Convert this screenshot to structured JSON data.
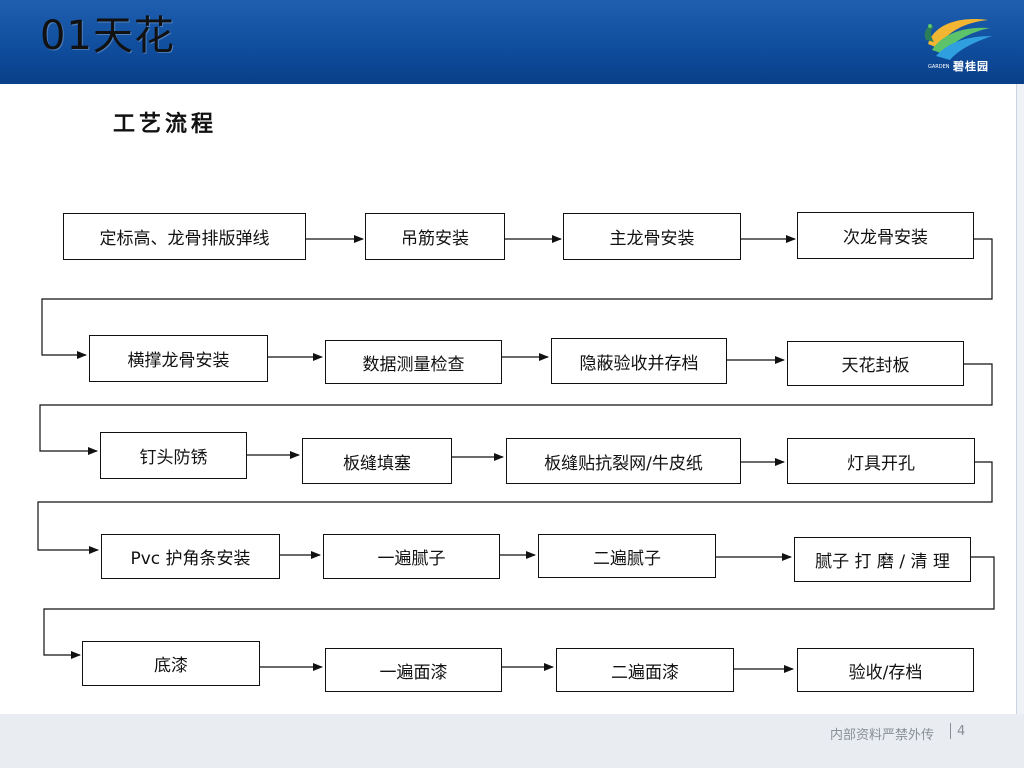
{
  "header": {
    "title": "01天花",
    "logo": {
      "icon": "brand-swoosh-logo",
      "text": "碧桂园",
      "sub": "GARDEN"
    }
  },
  "section_title": "工艺流程",
  "steps": [
    "定标高、龙骨排版弹线",
    "吊筋安装",
    "主龙骨安装",
    "次龙骨安装",
    "横撑龙骨安装",
    "数据测量检查",
    "隐蔽验收并存档",
    "天花封板",
    "钉头防锈",
    "板缝填塞",
    "板缝贴抗裂网/牛皮纸",
    "灯具开孔",
    "Pvc 护角条安装",
    "一遍腻子",
    "二遍腻子",
    "腻子 打 磨 / 清 理",
    "底漆",
    "一遍面漆",
    "二遍面漆",
    "验收/存档"
  ],
  "footer": {
    "text": "内部资料严禁外传",
    "page": "4"
  }
}
